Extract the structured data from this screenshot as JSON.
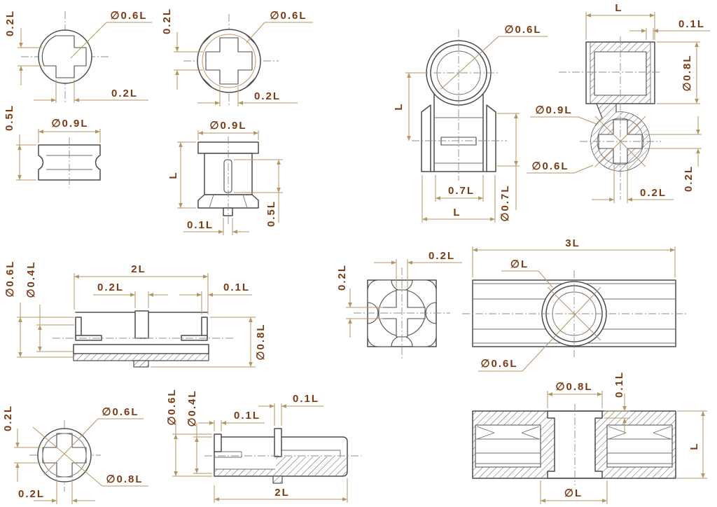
{
  "drawing": {
    "colors": {
      "outline": "#4c4c4c",
      "dimension": "#b59463",
      "label": "#7a3a14",
      "centerline": "#8c8c8c",
      "background": "#ffffff"
    },
    "views": {
      "dowel_a_top": {
        "labels": {
          "slot_offset": "0.2L",
          "bore_dia": "∅0.6L",
          "slot_width": "0.2L"
        }
      },
      "dowel_a_front": {
        "labels": {
          "height": "0.5L",
          "outer_dia": "∅0.9L"
        }
      },
      "dowel_b_top": {
        "labels": {
          "slot_offset": "0.2L",
          "bore_dia": "∅0.6L",
          "slot_width": "0.2L"
        }
      },
      "dowel_b_front": {
        "labels": {
          "outer_dia": "∅0.9L",
          "height": "L",
          "slot_height": "0.5L",
          "stem_width": "0.1L"
        }
      },
      "bracket_front": {
        "labels": {
          "bore_dia": "∅0.6L",
          "height": "L",
          "inner_width": "0.7L",
          "base_width": "L",
          "hub_dia": "∅0.7L"
        }
      },
      "sleeve_section": {
        "labels": {
          "width": "L",
          "wall": "0.1L",
          "outer_dia": "∅0.8L",
          "boss_dia": "∅0.9L",
          "bore_dia": "∅0.6L",
          "slot_width_side": "0.2L",
          "slot_width_bottom": "0.2L"
        }
      },
      "shaft_section": {
        "labels": {
          "outer_dia": "∅0.6L",
          "inner_dia": "∅0.4L",
          "length": "2L",
          "boss_width": "0.2L",
          "flange_width": "0.1L",
          "flange_dia": "∅0.8L"
        }
      },
      "block_end": {
        "labels": {
          "slot_width_side": "0.2L",
          "slot_width_top": "0.2L"
        }
      },
      "tube_side": {
        "labels": {
          "length": "3L",
          "boss_dia": "∅L",
          "bore_dia": "∅0.6L"
        }
      },
      "dowel_c_end": {
        "labels": {
          "slot_offset": "0.2L",
          "bore_dia": "∅0.6L",
          "outer_dia": "∅0.8L",
          "slot_width": "0.2L"
        }
      },
      "shaft_half_section": {
        "labels": {
          "outer_dia": "∅0.6L",
          "inner_dia": "∅0.4L",
          "cap_width": "0.1L",
          "rib_width": "0.1L",
          "length": "2L"
        }
      },
      "hub_section": {
        "labels": {
          "boss_dia": "∅0.8L",
          "flange_thk": "0.1L",
          "height": "L",
          "bore_dia": "∅L"
        }
      }
    }
  }
}
